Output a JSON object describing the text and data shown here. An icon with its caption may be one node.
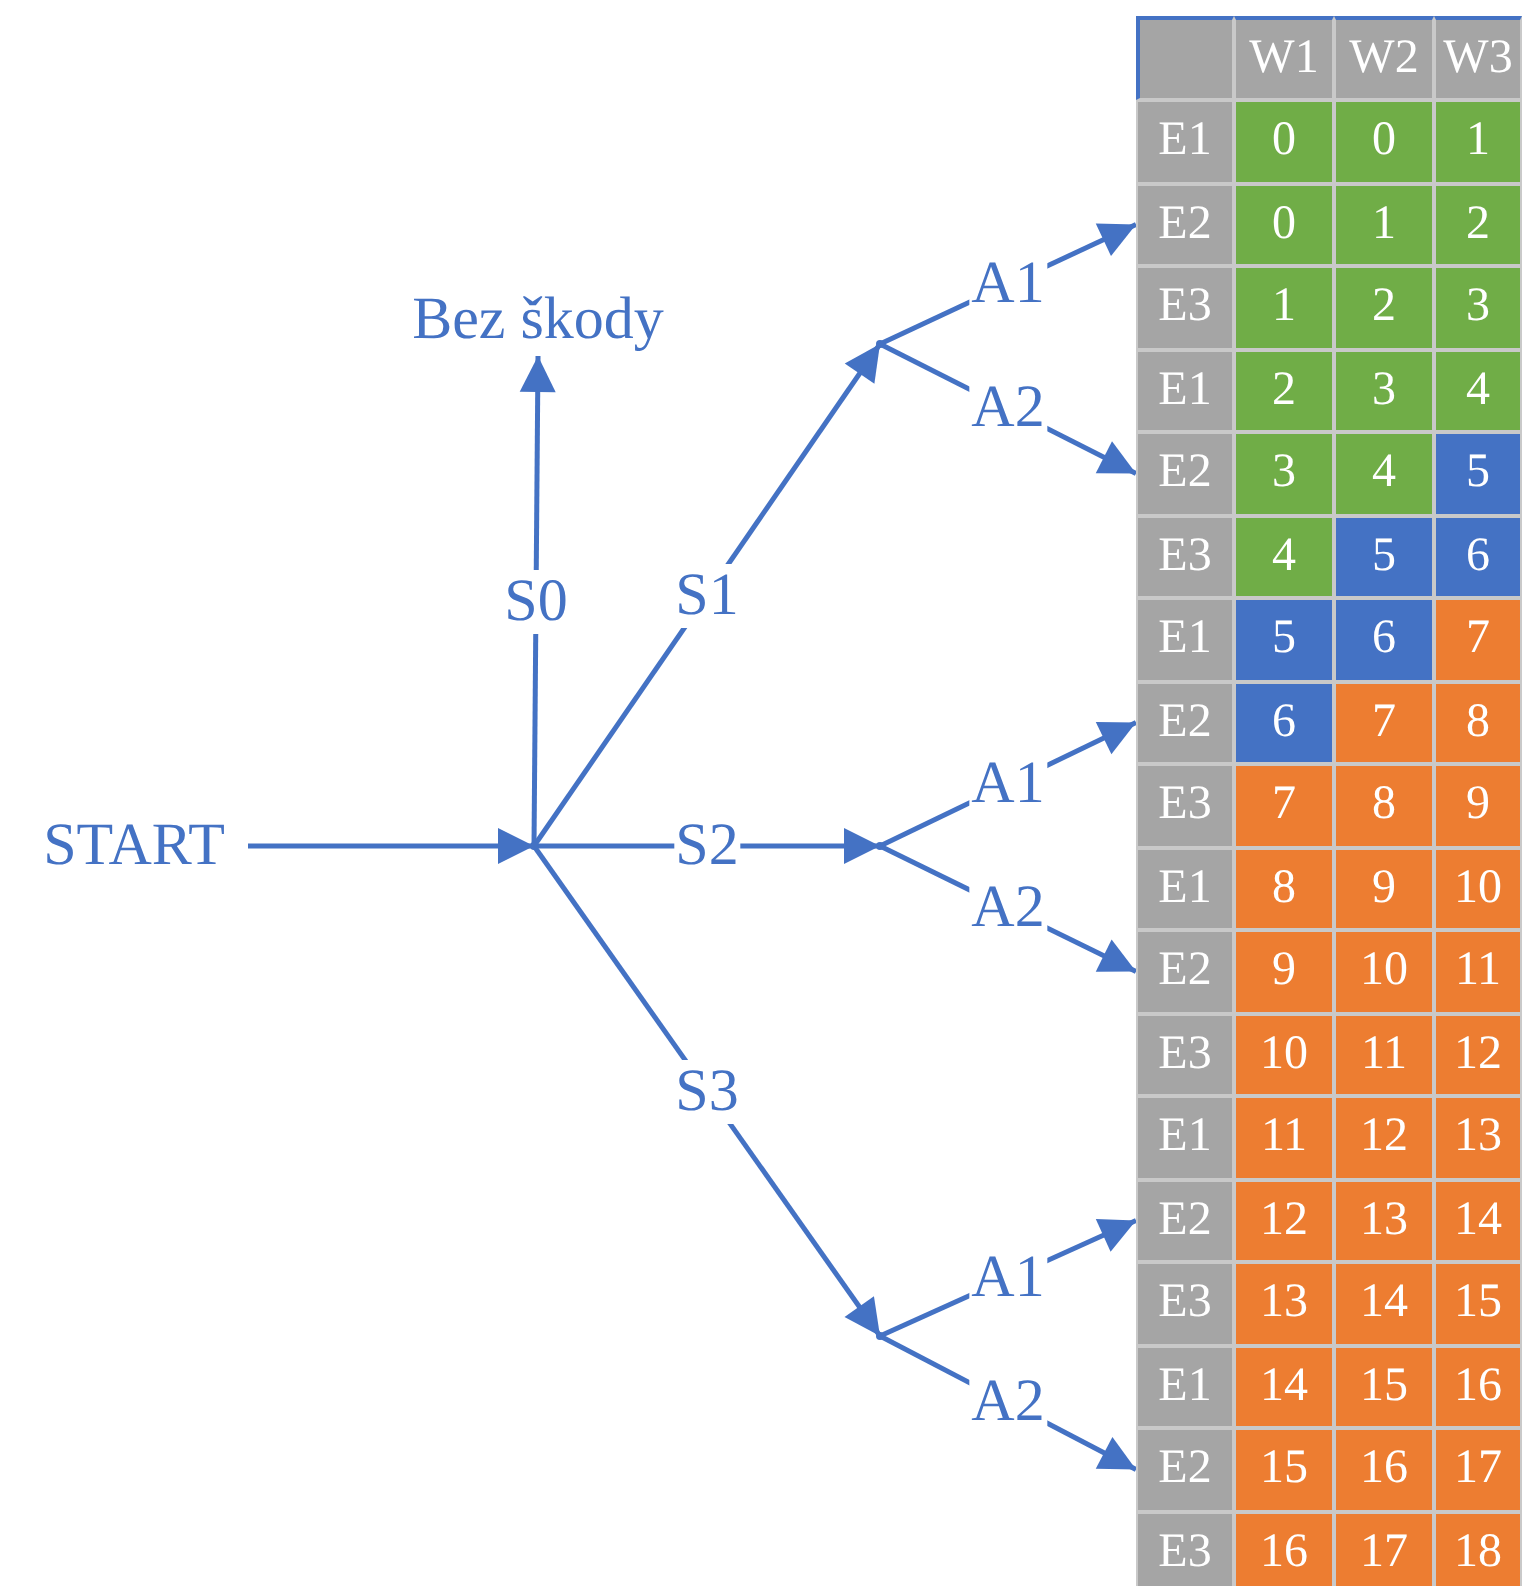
{
  "diagram": {
    "nodes": [
      {
        "text": [
          "START"
        ]
      },
      {
        "text": [],
        "shape": "point"
      },
      {
        "text": [
          "Bez škody"
        ]
      },
      {
        "text": [],
        "shape": "point"
      },
      {
        "text": [],
        "shape": "point"
      },
      {
        "text": [],
        "shape": "point"
      },
      {
        "text": [],
        "shape": "box"
      },
      {
        "text": [],
        "shape": "box"
      },
      {
        "text": [],
        "shape": "box"
      },
      {
        "text": [],
        "shape": "box"
      },
      {
        "text": [],
        "shape": "box"
      },
      {
        "text": [],
        "shape": "box"
      }
    ],
    "edges": [
      {
        "from": 0,
        "to": 1,
        "arrow": "to"
      },
      {
        "from": 1,
        "to": 2,
        "arrow": "to",
        "label": "S0"
      },
      {
        "from": 1,
        "to": 3,
        "arrow": "to",
        "label": "S1"
      },
      {
        "from": 1,
        "to": 4,
        "arrow": "to",
        "label": "S2"
      },
      {
        "from": 1,
        "to": 5,
        "arrow": "to",
        "label": "S3"
      },
      {
        "from": 3,
        "to": 6,
        "arrow": "to",
        "label": "A1"
      },
      {
        "from": 3,
        "to": 7,
        "arrow": "to",
        "label": "A2"
      },
      {
        "from": 4,
        "to": 8,
        "arrow": "to",
        "label": "A1"
      },
      {
        "from": 4,
        "to": 9,
        "arrow": "to",
        "label": "A2"
      },
      {
        "from": 5,
        "to": 10,
        "arrow": "to",
        "label": "A1"
      },
      {
        "from": 5,
        "to": 11,
        "arrow": "to",
        "label": "A2"
      }
    ],
    "labels": [
      "W1",
      "W2",
      "W3",
      "E1",
      "0",
      "0",
      "1",
      "E2",
      "0",
      "1",
      "2",
      "E3",
      "1",
      "2",
      "3",
      "E1",
      "2",
      "3",
      "4",
      "E2",
      "3",
      "4",
      "5",
      "E3",
      "4",
      "5",
      "6",
      "E1",
      "5",
      "6",
      "7",
      "E2",
      "6",
      "7",
      "8",
      "E3",
      "7",
      "8",
      "9",
      "E1",
      "8",
      "9",
      "10",
      "E2",
      "9",
      "10",
      "11",
      "E3",
      "10",
      "11",
      "12",
      "E1",
      "11",
      "12",
      "13",
      "E2",
      "12",
      "13",
      "14",
      "E3",
      "13",
      "14",
      "15",
      "E1",
      "14",
      "15",
      "16",
      "E2",
      "15",
      "16",
      "17",
      "E3",
      "16",
      "17",
      "18"
    ]
  }
}
